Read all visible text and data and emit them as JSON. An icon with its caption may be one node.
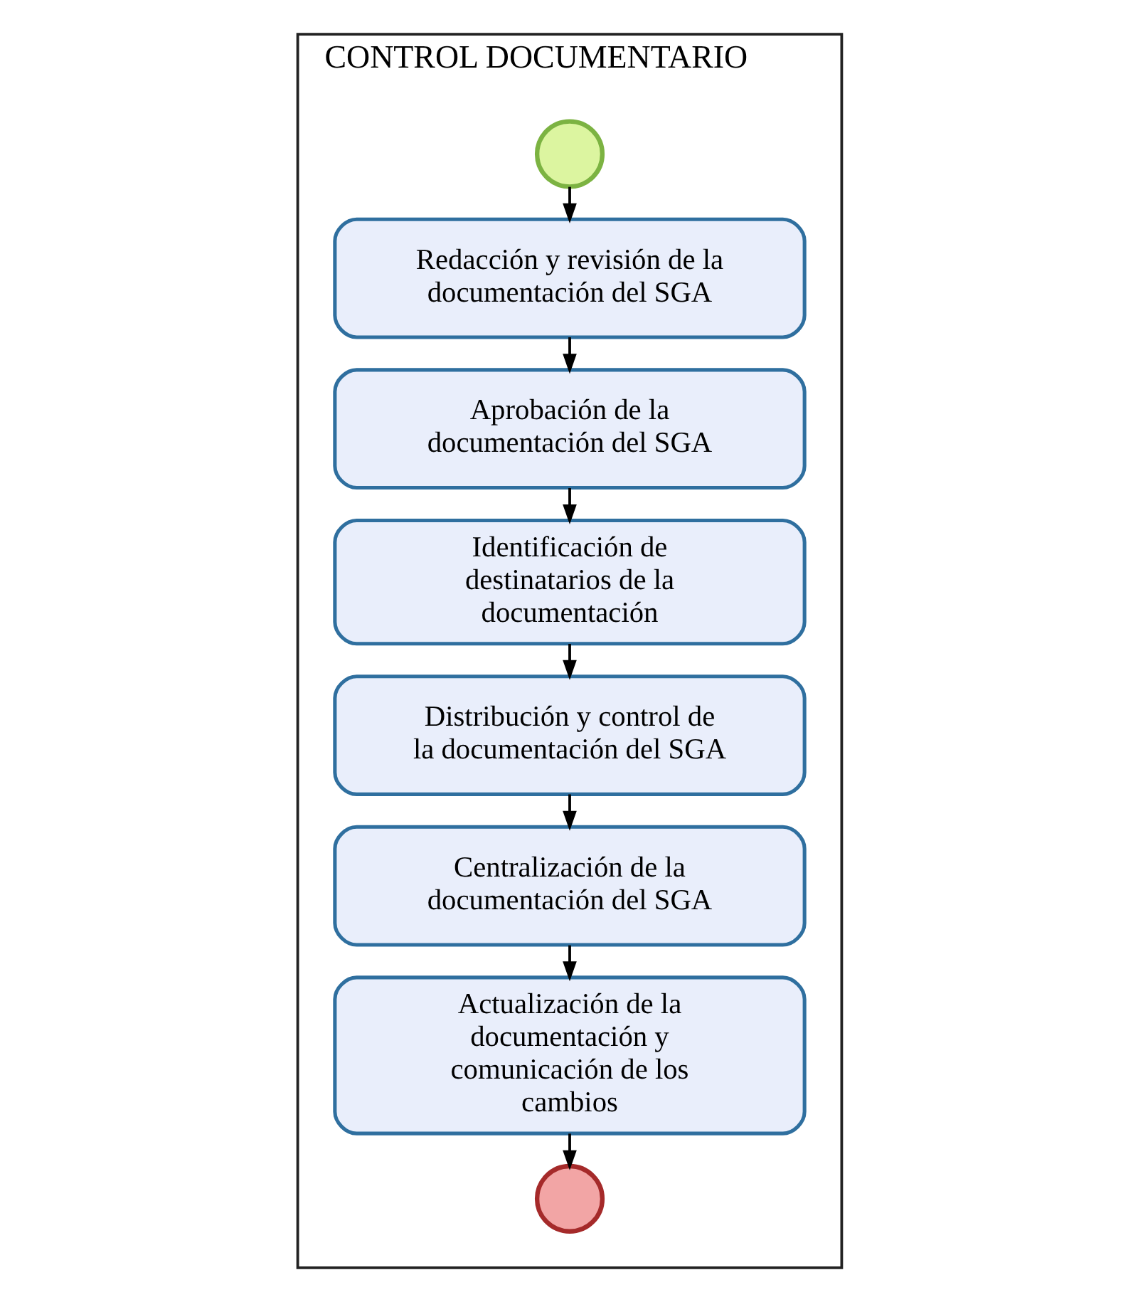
{
  "diagram": {
    "nodes": [
      {
        "text": [
          "CONTROL DOCUMENTARIO"
        ]
      },
      {
        "text": [],
        "shape": "circle",
        "in": 0
      },
      {
        "text": [
          "Redacción y revisión de la documentación del SGA"
        ],
        "in": 0
      },
      {
        "text": [
          "Aprobación de la documentación del SGA"
        ],
        "in": 0
      },
      {
        "text": [
          "Identificación de destinatarios de la documentación"
        ],
        "in": 0
      },
      {
        "text": [
          "Distribución y control de la documentación del SGA"
        ],
        "in": 0
      },
      {
        "text": [
          "Centralización de la documentación del SGA"
        ],
        "in": 0
      },
      {
        "text": [
          "Actualización de la documentación y comunicación de los cambios"
        ],
        "in": 0
      },
      {
        "text": [],
        "shape": "circle",
        "in": 0
      }
    ],
    "edges": [
      {
        "from": 1,
        "to": 2,
        "arrow": "to"
      },
      {
        "from": 2,
        "to": 3,
        "arrow": "to"
      },
      {
        "from": 3,
        "to": 4,
        "arrow": "to"
      },
      {
        "from": 4,
        "to": 5,
        "arrow": "to"
      },
      {
        "from": 5,
        "to": 6,
        "arrow": "to"
      },
      {
        "from": 6,
        "to": 7,
        "arrow": "to"
      },
      {
        "from": 7,
        "to": 8,
        "arrow": "to"
      }
    ]
  }
}
